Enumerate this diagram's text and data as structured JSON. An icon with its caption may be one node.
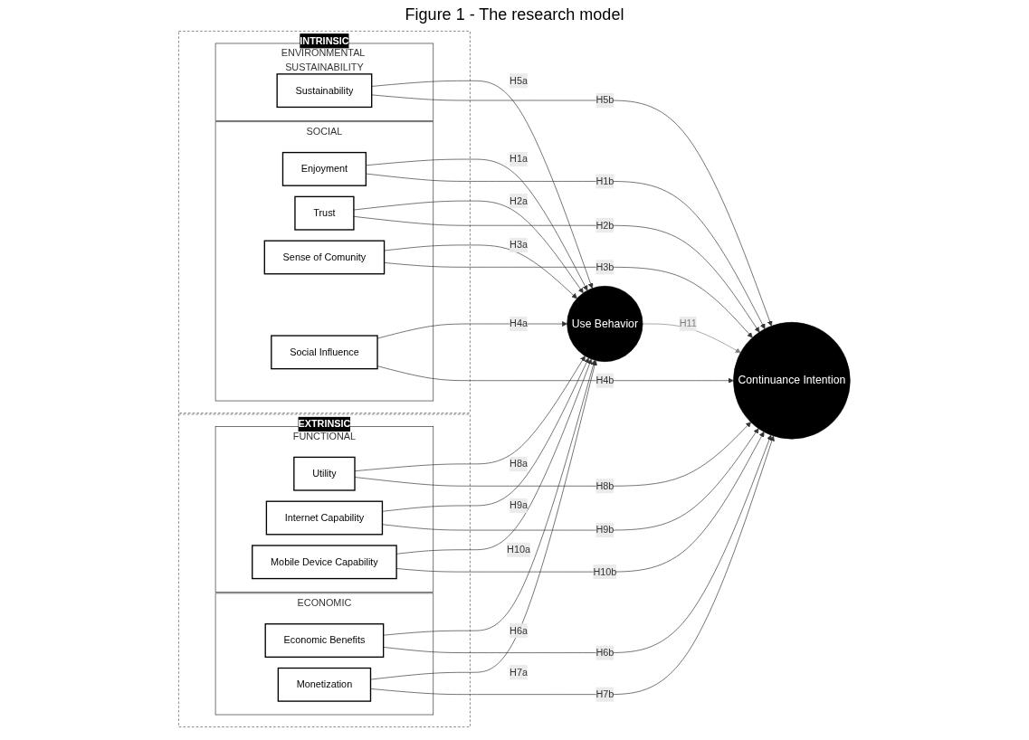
{
  "diagram": {
    "title": "Figure 1 - The research model",
    "nodes": [
      {
        "text": [
          "INTRINSIC"
        ]
      },
      {
        "text": [
          "SOCIAL"
        ],
        "in": 0
      },
      {
        "text": [
          "Enjoyment"
        ],
        "in": 1
      },
      {
        "text": [
          "Trust"
        ],
        "in": 1
      },
      {
        "text": [
          "Sense of Comunity"
        ],
        "in": 1
      },
      {
        "text": [
          "Social Influence"
        ],
        "in": 1
      },
      {
        "text": [
          "ENVIRONMENTAL SUSTAINABILITY"
        ],
        "in": 0
      },
      {
        "text": [
          "Sustainability"
        ],
        "in": 6
      },
      {
        "text": [
          "Use Behavior"
        ]
      },
      {
        "text": [
          "Continuance Intention"
        ]
      },
      {
        "text": [
          "EXTRINSIC"
        ]
      },
      {
        "text": [
          "ECONOMIC"
        ],
        "in": 10
      },
      {
        "text": [
          "Economic Benefits"
        ],
        "in": 11
      },
      {
        "text": [
          "Monetization"
        ],
        "in": 11
      },
      {
        "text": [
          "FUNCTIONAL"
        ],
        "in": 10
      },
      {
        "text": [
          "Utility"
        ],
        "in": 14
      },
      {
        "text": [
          "Internet Capability"
        ],
        "in": 14
      },
      {
        "text": [
          "Mobile Device Capability"
        ],
        "in": 14
      }
    ],
    "edges": [
      {
        "from": 2,
        "to": 8,
        "arrow": "to",
        "label": "H1a"
      },
      {
        "from": 2,
        "to": 9,
        "arrow": "to",
        "label": "H1b"
      },
      {
        "from": 3,
        "to": 8,
        "arrow": "to",
        "label": "H2a"
      },
      {
        "from": 3,
        "to": 9,
        "arrow": "to",
        "label": "H2b"
      },
      {
        "from": 4,
        "to": 8,
        "arrow": "to",
        "label": "H3a"
      },
      {
        "from": 4,
        "to": 9,
        "arrow": "to",
        "label": "H3b"
      },
      {
        "from": 5,
        "to": 8,
        "arrow": "to",
        "label": "H4a"
      },
      {
        "from": 5,
        "to": 9,
        "arrow": "to",
        "label": "H4b"
      },
      {
        "from": 7,
        "to": 8,
        "arrow": "to",
        "label": "H5a"
      },
      {
        "from": 7,
        "to": 9,
        "arrow": "to",
        "label": "H5b"
      },
      {
        "from": 12,
        "to": 8,
        "arrow": "to",
        "label": "H6a"
      },
      {
        "from": 12,
        "to": 9,
        "arrow": "to",
        "label": "H6b"
      },
      {
        "from": 13,
        "to": 8,
        "arrow": "to",
        "label": "H7a"
      },
      {
        "from": 13,
        "to": 9,
        "arrow": "to",
        "label": "H7b"
      },
      {
        "from": 15,
        "to": 8,
        "arrow": "to",
        "label": "H8a"
      },
      {
        "from": 15,
        "to": 9,
        "arrow": "to",
        "label": "H8b"
      },
      {
        "from": 16,
        "to": 8,
        "arrow": "to",
        "label": "H9a"
      },
      {
        "from": 16,
        "to": 9,
        "arrow": "to",
        "label": "H9b"
      },
      {
        "from": 17,
        "to": 8,
        "arrow": "to",
        "label": "H10a"
      },
      {
        "from": 17,
        "to": 9,
        "arrow": "to",
        "label": "H10b"
      },
      {
        "from": 8,
        "to": 9,
        "arrow": "to",
        "label": "H11",
        "color": "#808080"
      }
    ]
  }
}
